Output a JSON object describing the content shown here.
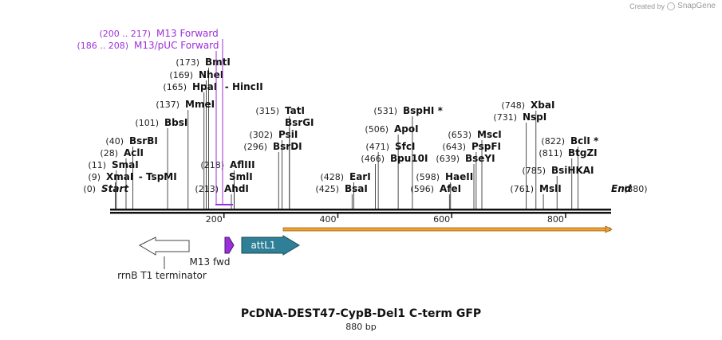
{
  "credit": {
    "prefix": "Created by",
    "brand": "SnapGene"
  },
  "title": "PcDNA-DEST47-CypB-Del1 C-term GFP",
  "subtitle": "880 bp",
  "sequence": {
    "length": 880
  },
  "ruler": {
    "ticks": [
      {
        "pos": 200,
        "label": "200"
      },
      {
        "pos": 400,
        "label": "400"
      },
      {
        "pos": 600,
        "label": "600"
      },
      {
        "pos": 800,
        "label": "800"
      }
    ]
  },
  "primers": [
    {
      "pos": "(200 .. 217)",
      "name": "M13 Forward",
      "start": 200,
      "end": 217,
      "color": "#9b30d9"
    },
    {
      "pos": "(186 .. 208)",
      "name": "M13/pUC Forward",
      "start": 186,
      "end": 208,
      "color": "#9b30d9"
    }
  ],
  "sites_left": [
    {
      "pos": "(173)",
      "name": "BmtI",
      "loc": 173
    },
    {
      "pos": "(169)",
      "name": "NheI",
      "loc": 169
    },
    {
      "pos": "(165)",
      "name": "HpaI",
      "alt": "HincII",
      "loc": 165
    },
    {
      "pos": "(137)",
      "name": "MmeI",
      "loc": 137
    },
    {
      "pos": "(101)",
      "name": "BbsI",
      "loc": 101
    },
    {
      "pos": "(40)",
      "name": "BsrBI",
      "loc": 40
    },
    {
      "pos": "(28)",
      "name": "AclI",
      "loc": 28
    },
    {
      "pos": "(11)",
      "name": "SmaI",
      "loc": 11
    },
    {
      "pos": "(9)",
      "name": "XmaI",
      "alt": "TspMI",
      "loc": 9
    },
    {
      "pos": "(0)",
      "name": "Start",
      "loc": 0,
      "italic": true
    },
    {
      "pos": "(218)",
      "name": "AflIII",
      "loc": 218
    },
    {
      "pos": "",
      "name": "SmlI",
      "loc": 218
    },
    {
      "pos": "(213)",
      "name": "AhdI",
      "loc": 213
    }
  ],
  "sites_mid": [
    {
      "pos": "(315)",
      "name": "TatI",
      "loc": 315
    },
    {
      "pos": "",
      "name": "BsrGI",
      "loc": 315
    },
    {
      "pos": "(302)",
      "name": "PsiI",
      "loc": 302
    },
    {
      "pos": "(296)",
      "name": "BsrDI",
      "loc": 296
    },
    {
      "pos": "(531)",
      "name": "BspHI",
      "loc": 531,
      "star": true
    },
    {
      "pos": "(506)",
      "name": "ApoI",
      "loc": 506
    },
    {
      "pos": "(471)",
      "name": "SfcI",
      "loc": 471
    },
    {
      "pos": "(466)",
      "name": "Bpu10I",
      "loc": 466
    },
    {
      "pos": "(428)",
      "name": "EarI",
      "loc": 428
    },
    {
      "pos": "(425)",
      "name": "BsaI",
      "loc": 425
    },
    {
      "pos": "(653)",
      "name": "MscI",
      "loc": 653
    },
    {
      "pos": "(643)",
      "name": "PspFI",
      "loc": 643
    },
    {
      "pos": "(639)",
      "name": "BseYI",
      "loc": 639
    },
    {
      "pos": "(598)",
      "name": "HaeII",
      "loc": 598
    },
    {
      "pos": "(596)",
      "name": "AfeI",
      "loc": 596
    }
  ],
  "sites_right": [
    {
      "pos": "(748)",
      "name": "XbaI",
      "loc": 748
    },
    {
      "pos": "(731)",
      "name": "NspI",
      "loc": 731
    },
    {
      "pos": "(822)",
      "name": "BclI",
      "loc": 822,
      "star": true
    },
    {
      "pos": "(811)",
      "name": "BtgZI",
      "loc": 811
    },
    {
      "pos": "(785)",
      "name": "BsiHKAI",
      "loc": 785
    },
    {
      "pos": "(761)",
      "name": "MslI",
      "loc": 761
    },
    {
      "pos": "",
      "name": "End",
      "loc": 880,
      "italic": true
    },
    {
      "pos": "(880)",
      "name": "",
      "loc": 880
    }
  ],
  "features": [
    {
      "name": "rrnB T1 terminator",
      "color": "#ffffff",
      "dir": "reverse"
    },
    {
      "name": "M13 fwd",
      "color": "#9b30d9",
      "dir": "forward"
    },
    {
      "name": "attL1",
      "color": "#2f7f96",
      "dir": "forward"
    }
  ],
  "orf_color": "#f2a12e"
}
